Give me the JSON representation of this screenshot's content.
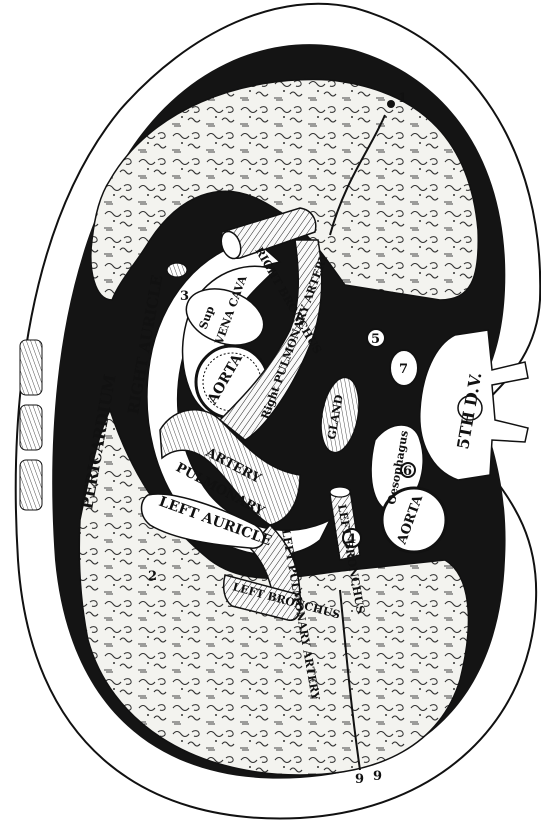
{
  "labels": {
    "pericardium": "PERICARDIUM",
    "right_auricle": "RIGHT AURICLE",
    "left_auricle": "LEFT AURICLE",
    "sup_vena_cava_1": "Sup",
    "sup_vena_cava_2": "VENA CAVA",
    "aorta_asc": "AORTA",
    "aorta_desc": "AORTA",
    "pulmonary_artery_1": "PULMONARY",
    "pulmonary_artery_2": "ARTERY",
    "right_pulmonary_artery": "Right PULMONARY ARTERY",
    "left_pulmonary_artery": "LEFT PULMONARY ARTERY",
    "right_bronchus": "RIGHT BRONCHUS",
    "left_bronchus": "LEFT BRONCHUS",
    "oesophagus": "Oesophagus",
    "vertebra": "5TH D.V.",
    "gland": "GLAND",
    "left_bronchus_tube": "LEFT BRONCHUS"
  },
  "numbers": {
    "n1": "1",
    "n2": "2",
    "n3": "3",
    "n4": "4",
    "n5": "5",
    "n6": "6",
    "n7": "7",
    "n9a": "9",
    "n9b": "9"
  },
  "colors": {
    "ink": "#111111",
    "paper": "#ffffff",
    "lung_fill": "#f1f1ee",
    "mediastinum": "#141414"
  }
}
